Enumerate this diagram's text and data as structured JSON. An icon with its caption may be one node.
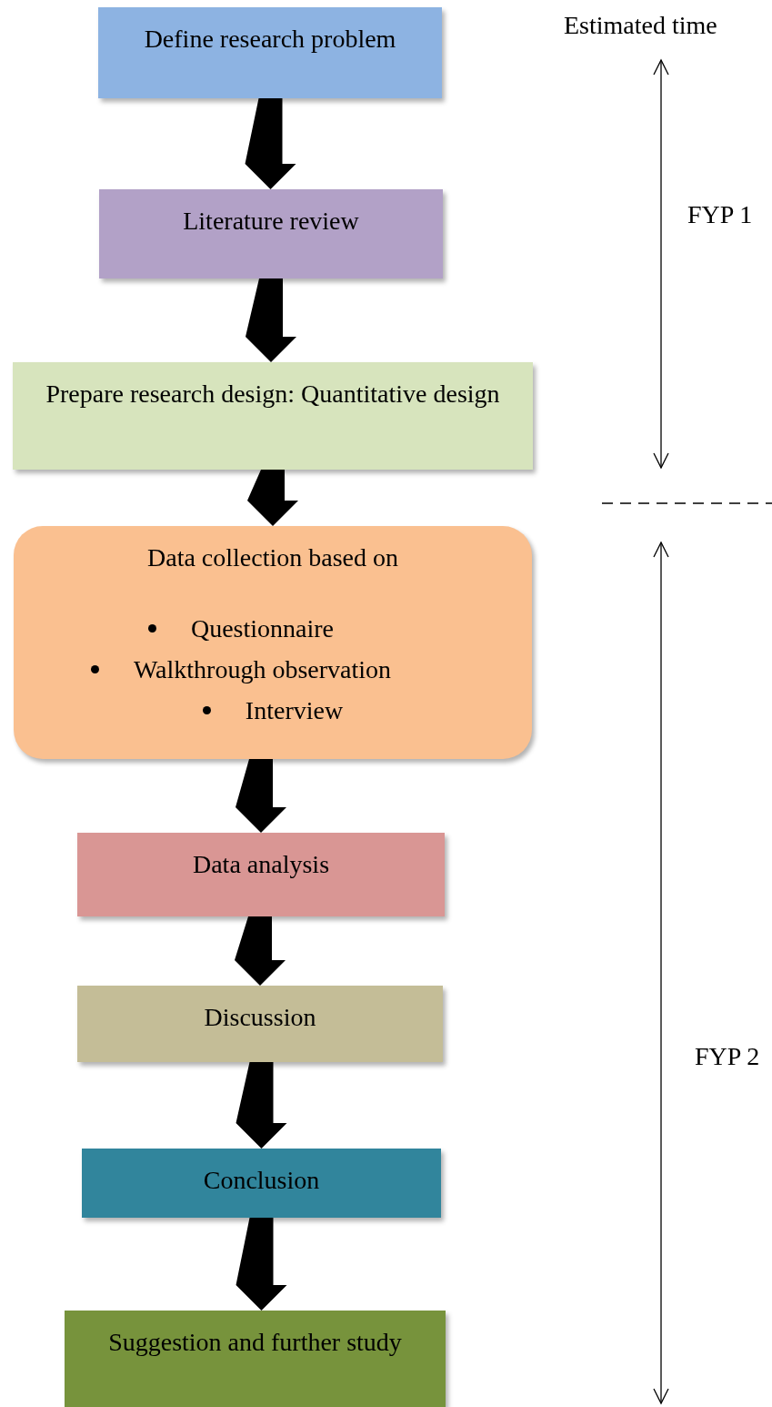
{
  "diagram": {
    "nodes": [
      {
        "text": [
          "Define research problem"
        ]
      },
      {
        "text": [
          "Literature review"
        ]
      },
      {
        "text": [
          "Prepare research design: Quantitative design"
        ]
      },
      {
        "text": [
          "Data collection based on",
          "Questionnaire",
          "Walkthrough observation",
          "Interview"
        ]
      },
      {
        "text": [
          "Data analysis"
        ]
      },
      {
        "text": [
          "Discussion"
        ]
      },
      {
        "text": [
          "Conclusion"
        ]
      },
      {
        "text": [
          "Suggestion and further study"
        ]
      }
    ],
    "edges": [
      {
        "from": 0,
        "to": 1,
        "arrow": "to",
        "style": "thick"
      },
      {
        "from": 1,
        "to": 2,
        "arrow": "to",
        "style": "thick"
      },
      {
        "from": 2,
        "to": 3,
        "arrow": "to",
        "style": "thick"
      },
      {
        "from": 3,
        "to": 4,
        "arrow": "to",
        "style": "thick"
      },
      {
        "from": 4,
        "to": 5,
        "arrow": "to",
        "style": "thick"
      },
      {
        "from": 5,
        "to": 6,
        "arrow": "to",
        "style": "thick"
      },
      {
        "from": 6,
        "to": 7,
        "arrow": "to",
        "style": "thick"
      }
    ],
    "labels": [
      "Estimated time",
      "FYP 1",
      "FYP 2"
    ]
  }
}
